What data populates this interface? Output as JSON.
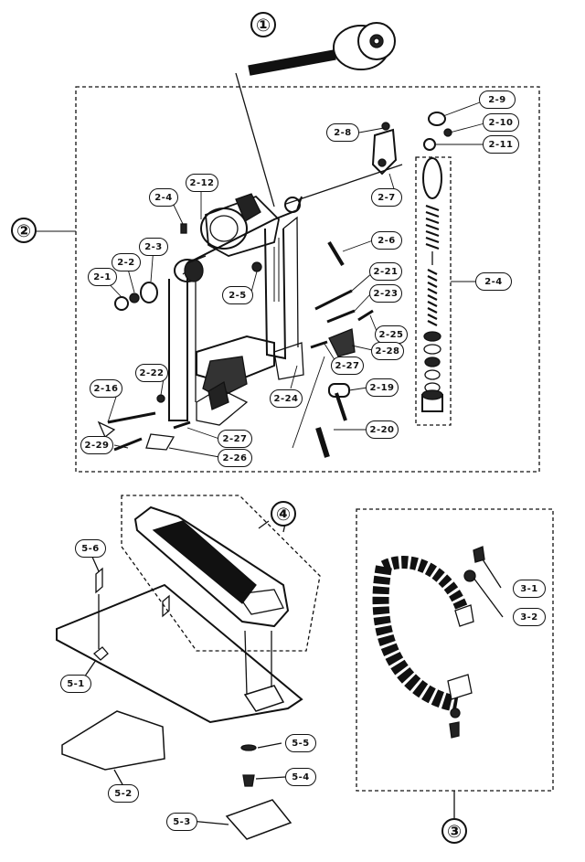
{
  "callouts_major": [
    "①",
    "②",
    "③",
    "④"
  ],
  "parts": {
    "p2_1": "2-1",
    "p2_2": "2-2",
    "p2_3": "2-3",
    "p2_4a": "2-4",
    "p2_4b": "2-4",
    "p2_5": "2-5",
    "p2_6": "2-6",
    "p2_7": "2-7",
    "p2_8": "2-8",
    "p2_9": "2-9",
    "p2_10": "2-10",
    "p2_11": "2-11",
    "p2_12": "2-12",
    "p2_16": "2-16",
    "p2_19": "2-19",
    "p2_20": "2-20",
    "p2_21": "2-21",
    "p2_22": "2-22",
    "p2_23": "2-23",
    "p2_24": "2-24",
    "p2_25": "2-25",
    "p2_26": "2-26",
    "p2_27a": "2-27",
    "p2_27b": "2-27",
    "p2_28": "2-28",
    "p2_29": "2-29",
    "p3_1": "3-1",
    "p3_2": "3-2",
    "p5_1": "5-1",
    "p5_2": "5-2",
    "p5_3": "5-3",
    "p5_4": "5-4",
    "p5_5": "5-5",
    "p5_6": "5-6"
  }
}
